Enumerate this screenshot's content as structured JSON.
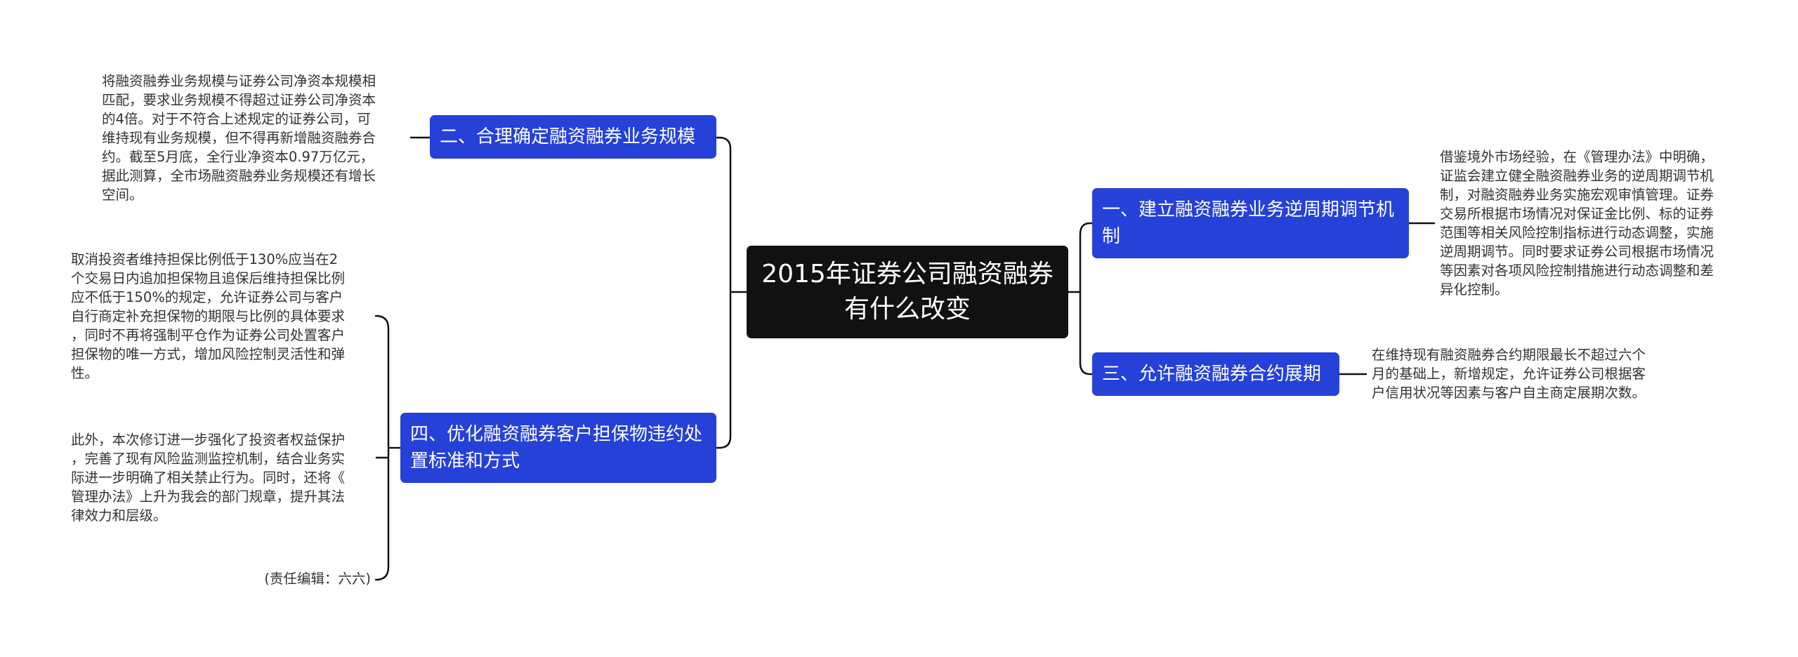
{
  "root": {
    "title": "2015年证券公司融资融券\n有什么改变"
  },
  "branches": [
    {
      "label": "一、建立融资融券业务逆周期调节机制",
      "note": "借鉴境外市场经验，在《管理办法》中明确，\n证监会建立健全融资融券业务的逆周期调节机\n制，对融资融券业务实施宏观审慎管理。证券\n交易所根据市场情况对保证金比例、标的证券\n范围等相关风险控制指标进行动态调整，实施\n逆周期调节。同时要求证券公司根据市场情况\n等因素对各项风险控制措施进行动态调整和差\n异化控制。"
    },
    {
      "label": "二、合理确定融资融券业务规模",
      "note": "将融资融券业务规模与证券公司净资本规模相\n匹配，要求业务规模不得超过证券公司净资本\n的4倍。对于不符合上述规定的证券公司，可\n维持现有业务规模，但不得再新增融资融券合\n约。截至5月底，全行业净资本0.97万亿元，\n据此测算，全市场融资融券业务规模还有增长\n空间。"
    },
    {
      "label": "三、允许融资融券合约展期",
      "note": "在维持现有融资融券合约期限最长不超过六个\n月的基础上，新增规定，允许证券公司根据客\n户信用状况等因素与客户自主商定展期次数。"
    },
    {
      "label": "四、优化融资融券客户担保物违约处置标准和方式",
      "notes": [
        "取消投资者维持担保比例低于130%应当在2\n个交易日内追加担保物且追保后维持担保比例\n应不低于150%的规定，允许证券公司与客户\n自行商定补充担保物的期限与比例的具体要求\n，同时不再将强制平仓作为证券公司处置客户\n担保物的唯一方式，增加风险控制灵活性和弹\n性。",
        "此外，本次修订进一步强化了投资者权益保护\n，完善了现有风险监测监控机制，结合业务实\n际进一步明确了相关禁止行为。同时，还将《\n管理办法》上升为我会的部门规章，提升其法\n律效力和层级。",
        "(责任编辑：六六)"
      ]
    }
  ],
  "colors": {
    "root_bg": "#111111",
    "topic_bg": "#2541d8",
    "line": "#111111",
    "note_text": "#333333"
  }
}
